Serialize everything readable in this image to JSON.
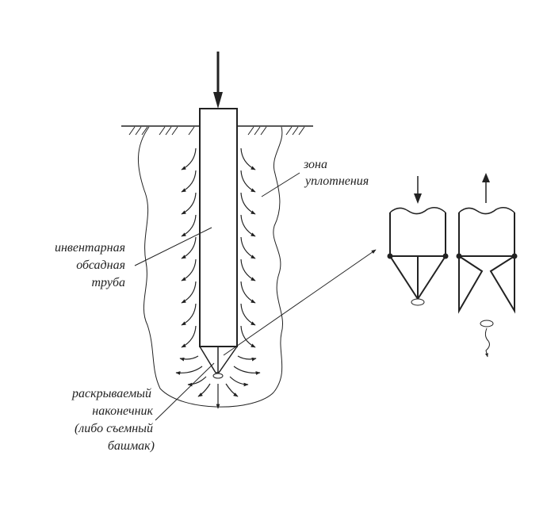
{
  "labels": {
    "compaction_zone": [
      "зона",
      "уплотнения"
    ],
    "casing_pipe": [
      "инвентарная",
      "обсадная",
      "труба"
    ],
    "opening_tip": [
      "раскрываемый",
      "наконечник",
      "(либо съемный",
      "башмак)"
    ]
  },
  "colors": {
    "ink": "#222222",
    "background": "#ffffff"
  }
}
